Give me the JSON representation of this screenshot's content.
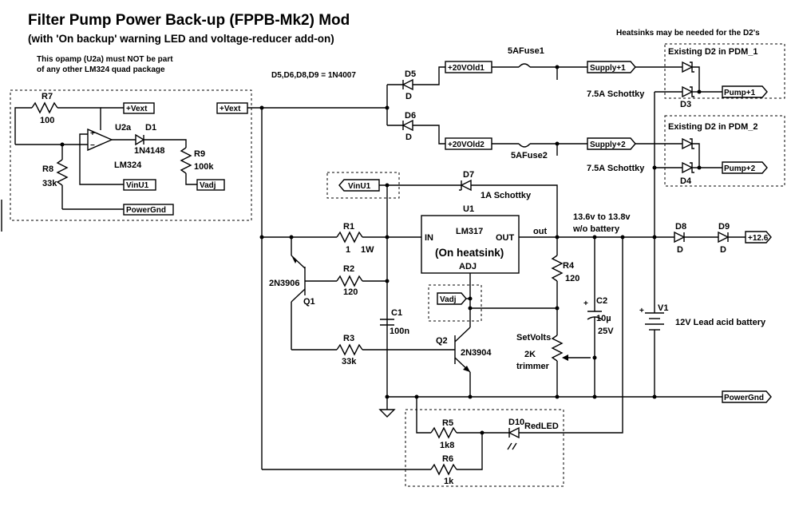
{
  "title": "Filter Pump Power Back-up (FPPB-Mk2) Mod",
  "subtitle": "(with 'On backup'  warning LED and voltage-reducer add-on)",
  "notes": {
    "opamp_line1": "This opamp (U2a) must NOT be part",
    "opamp_line2": "of any other LM324 quad package",
    "diodes": "D5,D6,D8,D9 = 1N4007",
    "heatsinks": "Heatsinks may be needed for the D2's",
    "schottky1": "7.5A Schottky",
    "schottky2": "7.5A Schottky",
    "pdm1": "Existing D2 in PDM_1",
    "pdm2": "Existing D2 in PDM_2",
    "output_v1": "13.6v to 13.8v",
    "output_v2": "w/o battery",
    "battery": "12V Lead acid battery",
    "heatsink_u1": "(On heatsink)"
  },
  "ports": {
    "vext1": "+Vext",
    "vext2": "+Vext",
    "vinu1_a": "VinU1",
    "vinu1_b": "VinU1",
    "vadj_a": "Vadj",
    "vadj_b": "Vadj",
    "powergnd_a": "PowerGnd",
    "powergnd_b": "PowerGnd",
    "v20_1": "+20VOld1",
    "v20_2": "+20VOld2",
    "supply1": "Supply+1",
    "supply2": "Supply+2",
    "pump1": "Pump+1",
    "pump2": "Pump+2",
    "v12": "+12.6"
  },
  "components": {
    "r7": "R7",
    "r7_val": "100",
    "r8": "R8",
    "r8_val": "33k",
    "r9": "R9",
    "r9_val": "100k",
    "u2a": "U2a",
    "u2a_type": "LM324",
    "d1": "D1",
    "d1_val": "1N4148",
    "d5": "D5",
    "d5_val": "D",
    "d6": "D6",
    "d6_val": "D",
    "fuse1": "5AFuse1",
    "fuse2": "5AFuse2",
    "d3": "D3",
    "d4": "D4",
    "d7": "D7",
    "d7_val": "1A Schottky",
    "u1": "U1",
    "u1_type": "LM317",
    "u1_in": "IN",
    "u1_out": "OUT",
    "u1_adj": "ADJ",
    "out_label": "out",
    "r1": "R1",
    "r1_val": "1",
    "r1_w": "1W",
    "r2": "R2",
    "r2_val": "120",
    "r3": "R3",
    "r3_val": "33k",
    "r4": "R4",
    "r4_val": "120",
    "r5": "R5",
    "r5_val": "1k8",
    "r6": "R6",
    "r6_val": "1k",
    "q1": "Q1",
    "q1_type": "2N3906",
    "q2": "Q2",
    "q2_type": "2N3904",
    "c1": "C1",
    "c1_val": "100n",
    "c2": "C2",
    "c2_val1": "10µ",
    "c2_val2": "25V",
    "setvolts": "SetVolts",
    "trim1": "2K",
    "trim2": "trimmer",
    "d8": "D8",
    "d8_val": "D",
    "d9": "D9",
    "d9_val": "D",
    "d10": "D10",
    "d10_val": "RedLED",
    "v1": "V1"
  }
}
